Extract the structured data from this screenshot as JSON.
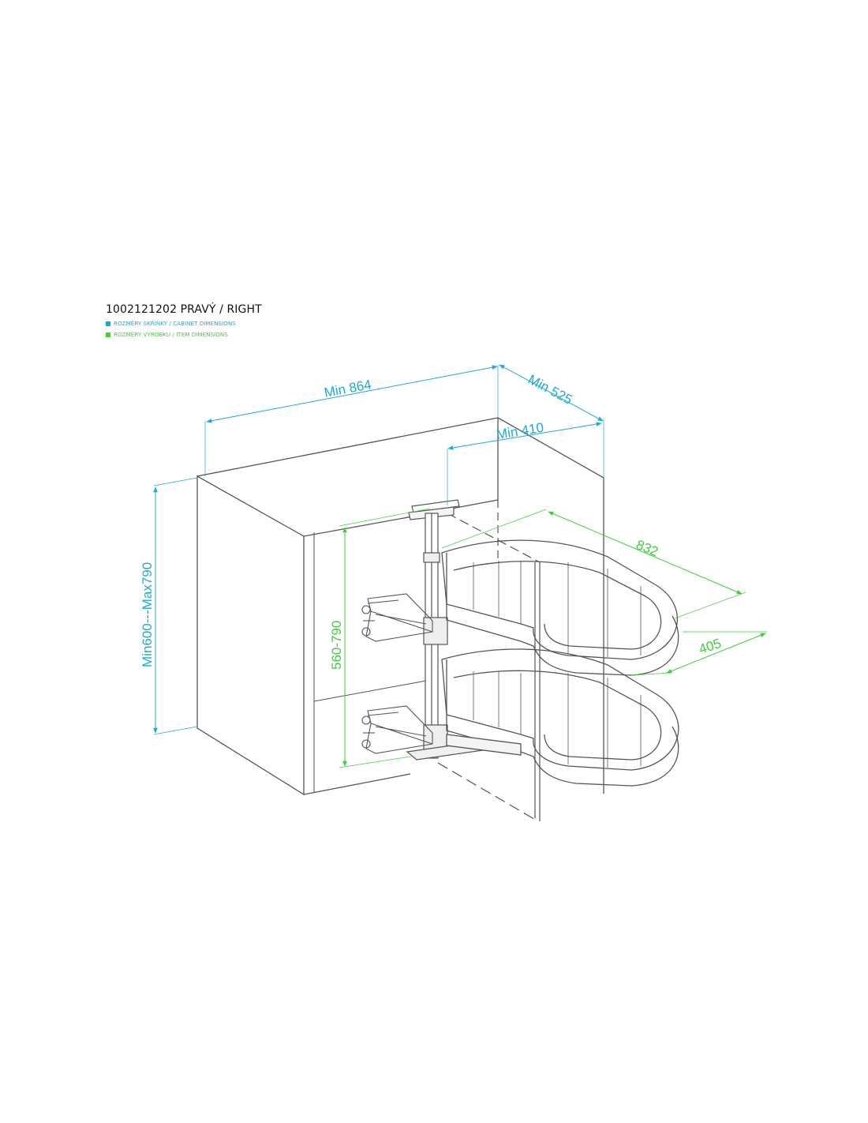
{
  "product": {
    "title": "1002121202 PRAVÝ / RIGHT"
  },
  "legend": {
    "cabinet": {
      "label": "ROZMĚRY SKŘÍŇKY / CABINET DIMENSIONS",
      "color": "#1fa9d6"
    },
    "item": {
      "label": "ROZMĚRY VÝROBKU / ITEM DIMENSIONS",
      "color": "#3fcf3a"
    }
  },
  "dimensions": {
    "cabinet_width": "Min 864",
    "cabinet_depth": "Min 525",
    "door_opening": "Min 410",
    "cabinet_height": "Min600---Max790",
    "item_width": "832",
    "item_depth": "405",
    "item_height": "560-790"
  },
  "colors": {
    "line": "#555555",
    "cabinet_dim": "#1fa9d6",
    "item_dim": "#3fcf3a"
  }
}
